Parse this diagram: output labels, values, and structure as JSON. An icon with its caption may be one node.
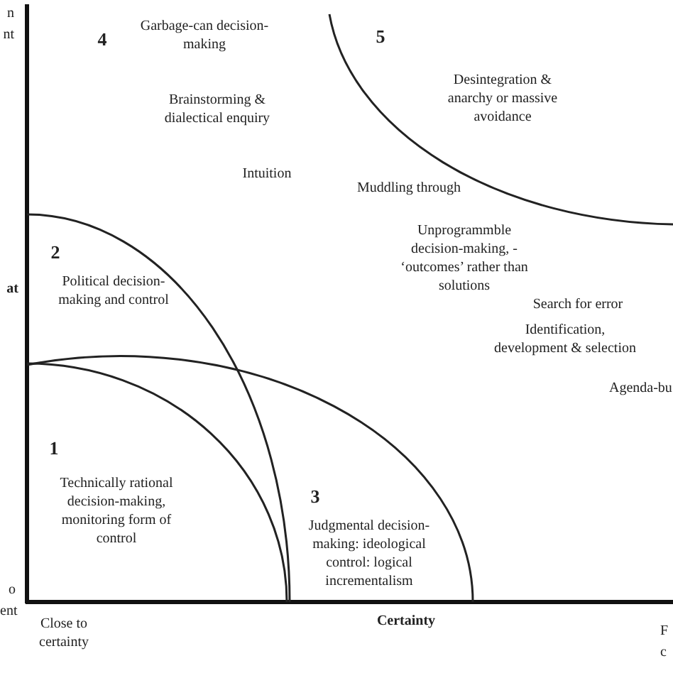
{
  "diagram": {
    "labels": [
      "n nt",
      "4",
      "Garbage-can decision-making",
      "5",
      "Desintegration & anarchy or massive avoidance",
      "Brainstorming & dialectical enquiry",
      "Intuition",
      "Muddling through",
      "at",
      "2",
      "Political decision-making and control",
      "Unprogrammble decision-making, - ‘outcomes’ rather than solutions",
      "Search for error",
      "Identification, development & selection",
      "Agenda-bu",
      "1",
      "Technically rational decision-making, monitoring form of control",
      "3",
      "Judgmental decision-making: ideological control: logical incrementalism",
      "o ent",
      "Close to certainty",
      "Certainty",
      "F c"
    ]
  }
}
